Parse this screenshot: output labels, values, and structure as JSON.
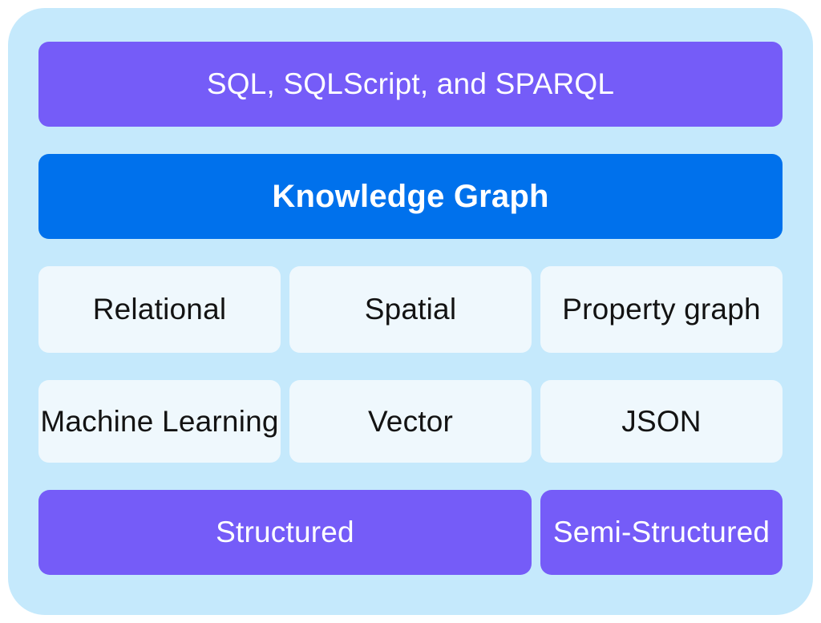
{
  "colors": {
    "page_background": "#ffffff",
    "container": "#c5e9fc",
    "purple": "#755cf8",
    "blue": "#0071ec",
    "light_box": "#eff8fd",
    "dark_text": "#131313",
    "light_text": "#ffffff"
  },
  "diagram": {
    "query_languages_label": "SQL, SQLScript, and SPARQL",
    "knowledge_graph_label": "Knowledge Graph",
    "engine_row_1": [
      "Relational",
      "Spatial",
      "Property graph"
    ],
    "engine_row_2": [
      "Machine Learning",
      "Vector",
      "JSON"
    ],
    "data_row": {
      "structured_label": "Structured",
      "semi_structured_label": "Semi-Structured"
    }
  }
}
